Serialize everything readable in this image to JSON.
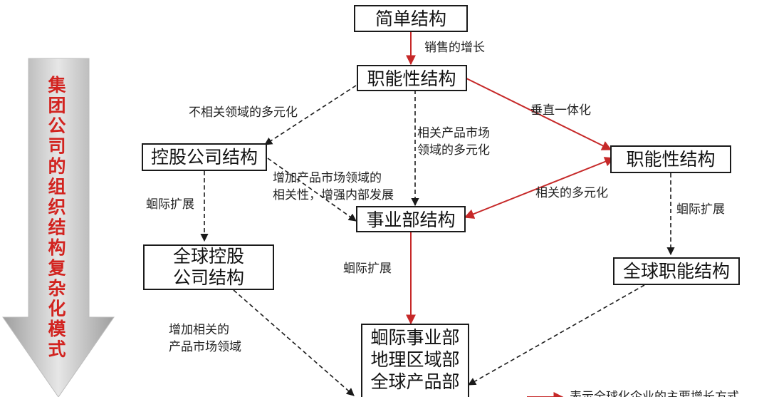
{
  "side_title": "集团公司的组织结构复杂化模式",
  "nodes": {
    "simple": "简单结构",
    "functional_center": "职能性结构",
    "holding": "控股公司结构",
    "functional_right": "职能性结构",
    "division": "事业部结构",
    "global_holding": [
      "全球控股",
      "公司结构"
    ],
    "global_functional": "全球职能结构",
    "international": [
      "蛔际事业部",
      "地理区域部",
      "全球产品部"
    ]
  },
  "edge_labels": {
    "sales_growth": "销售的增长",
    "unrelated_diversification": "不相关领域的多元化",
    "related_product_market": [
      "相关产品市场",
      "领域的多元化"
    ],
    "vertical_integration": "垂直一体化",
    "increase_relatedness": [
      "增加产品市场领域的",
      "相关性，增强内部发展"
    ],
    "related_diversification": "相关的多元化",
    "intl_expansion_left": "蛔际扩展",
    "intl_expansion_right": "蛔际扩展",
    "intl_expansion_center": "蛔际扩展",
    "increase_related_markets": [
      "增加相关的",
      "产品市场领域"
    ]
  },
  "legend_text": "表示全球化企业的主要增长方式",
  "colors": {
    "accent_red": "#c62828",
    "arrow_grey": "#c8c8c8",
    "title_red": "#d2231f"
  }
}
